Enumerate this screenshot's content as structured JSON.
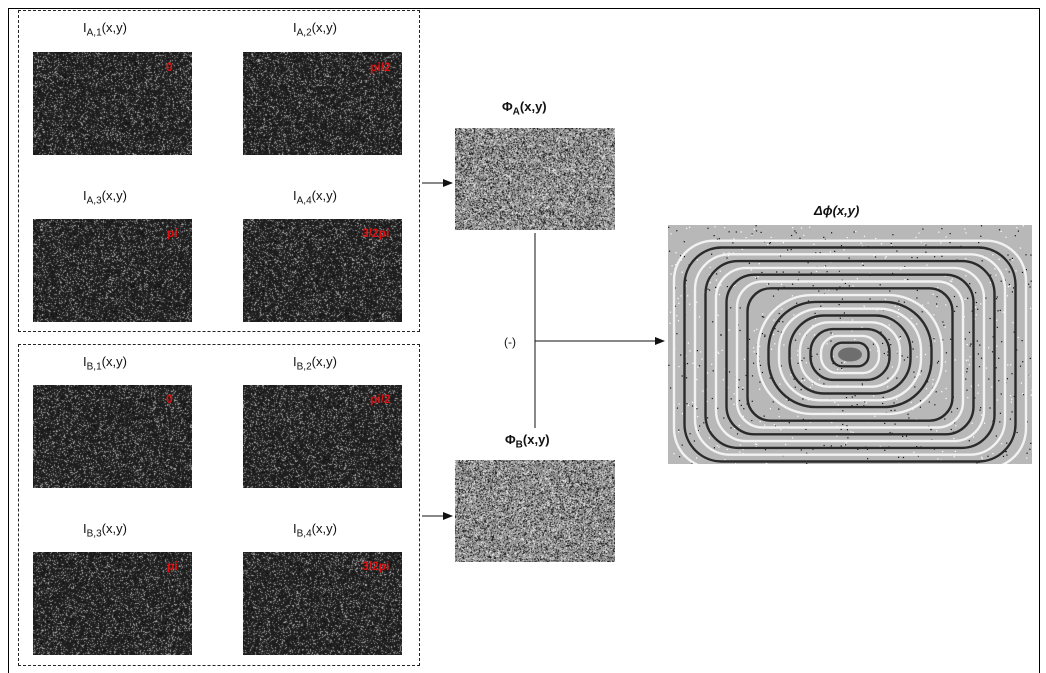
{
  "groupA": {
    "frames": [
      {
        "label_base": "I",
        "label_sub": "A,1",
        "label_tail": "(x,y)",
        "phase": "0"
      },
      {
        "label_base": "I",
        "label_sub": "A,2",
        "label_tail": "(x,y)",
        "phase": "pi/2"
      },
      {
        "label_base": "I",
        "label_sub": "A,3",
        "label_tail": "(x,y)",
        "phase": "pi"
      },
      {
        "label_base": "I",
        "label_sub": "A,4",
        "label_tail": "(x,y)",
        "phase": "3/2pi"
      }
    ]
  },
  "groupB": {
    "frames": [
      {
        "label_base": "I",
        "label_sub": "B,1",
        "label_tail": "(x,y)",
        "phase": "0"
      },
      {
        "label_base": "I",
        "label_sub": "B,2",
        "label_tail": "(x,y)",
        "phase": "pi/2"
      },
      {
        "label_base": "I",
        "label_sub": "B,3",
        "label_tail": "(x,y)",
        "phase": "pi"
      },
      {
        "label_base": "I",
        "label_sub": "B,4",
        "label_tail": "(x,y)",
        "phase": "3/2pi"
      }
    ]
  },
  "phaseA": {
    "symbol": "Φ",
    "sub": "A",
    "tail": "(x,y)"
  },
  "phaseB": {
    "symbol": "Φ",
    "sub": "B",
    "tail": "(x,y)"
  },
  "subtract_label": "(-)",
  "result": {
    "title": "Δϕ(x,y)"
  }
}
